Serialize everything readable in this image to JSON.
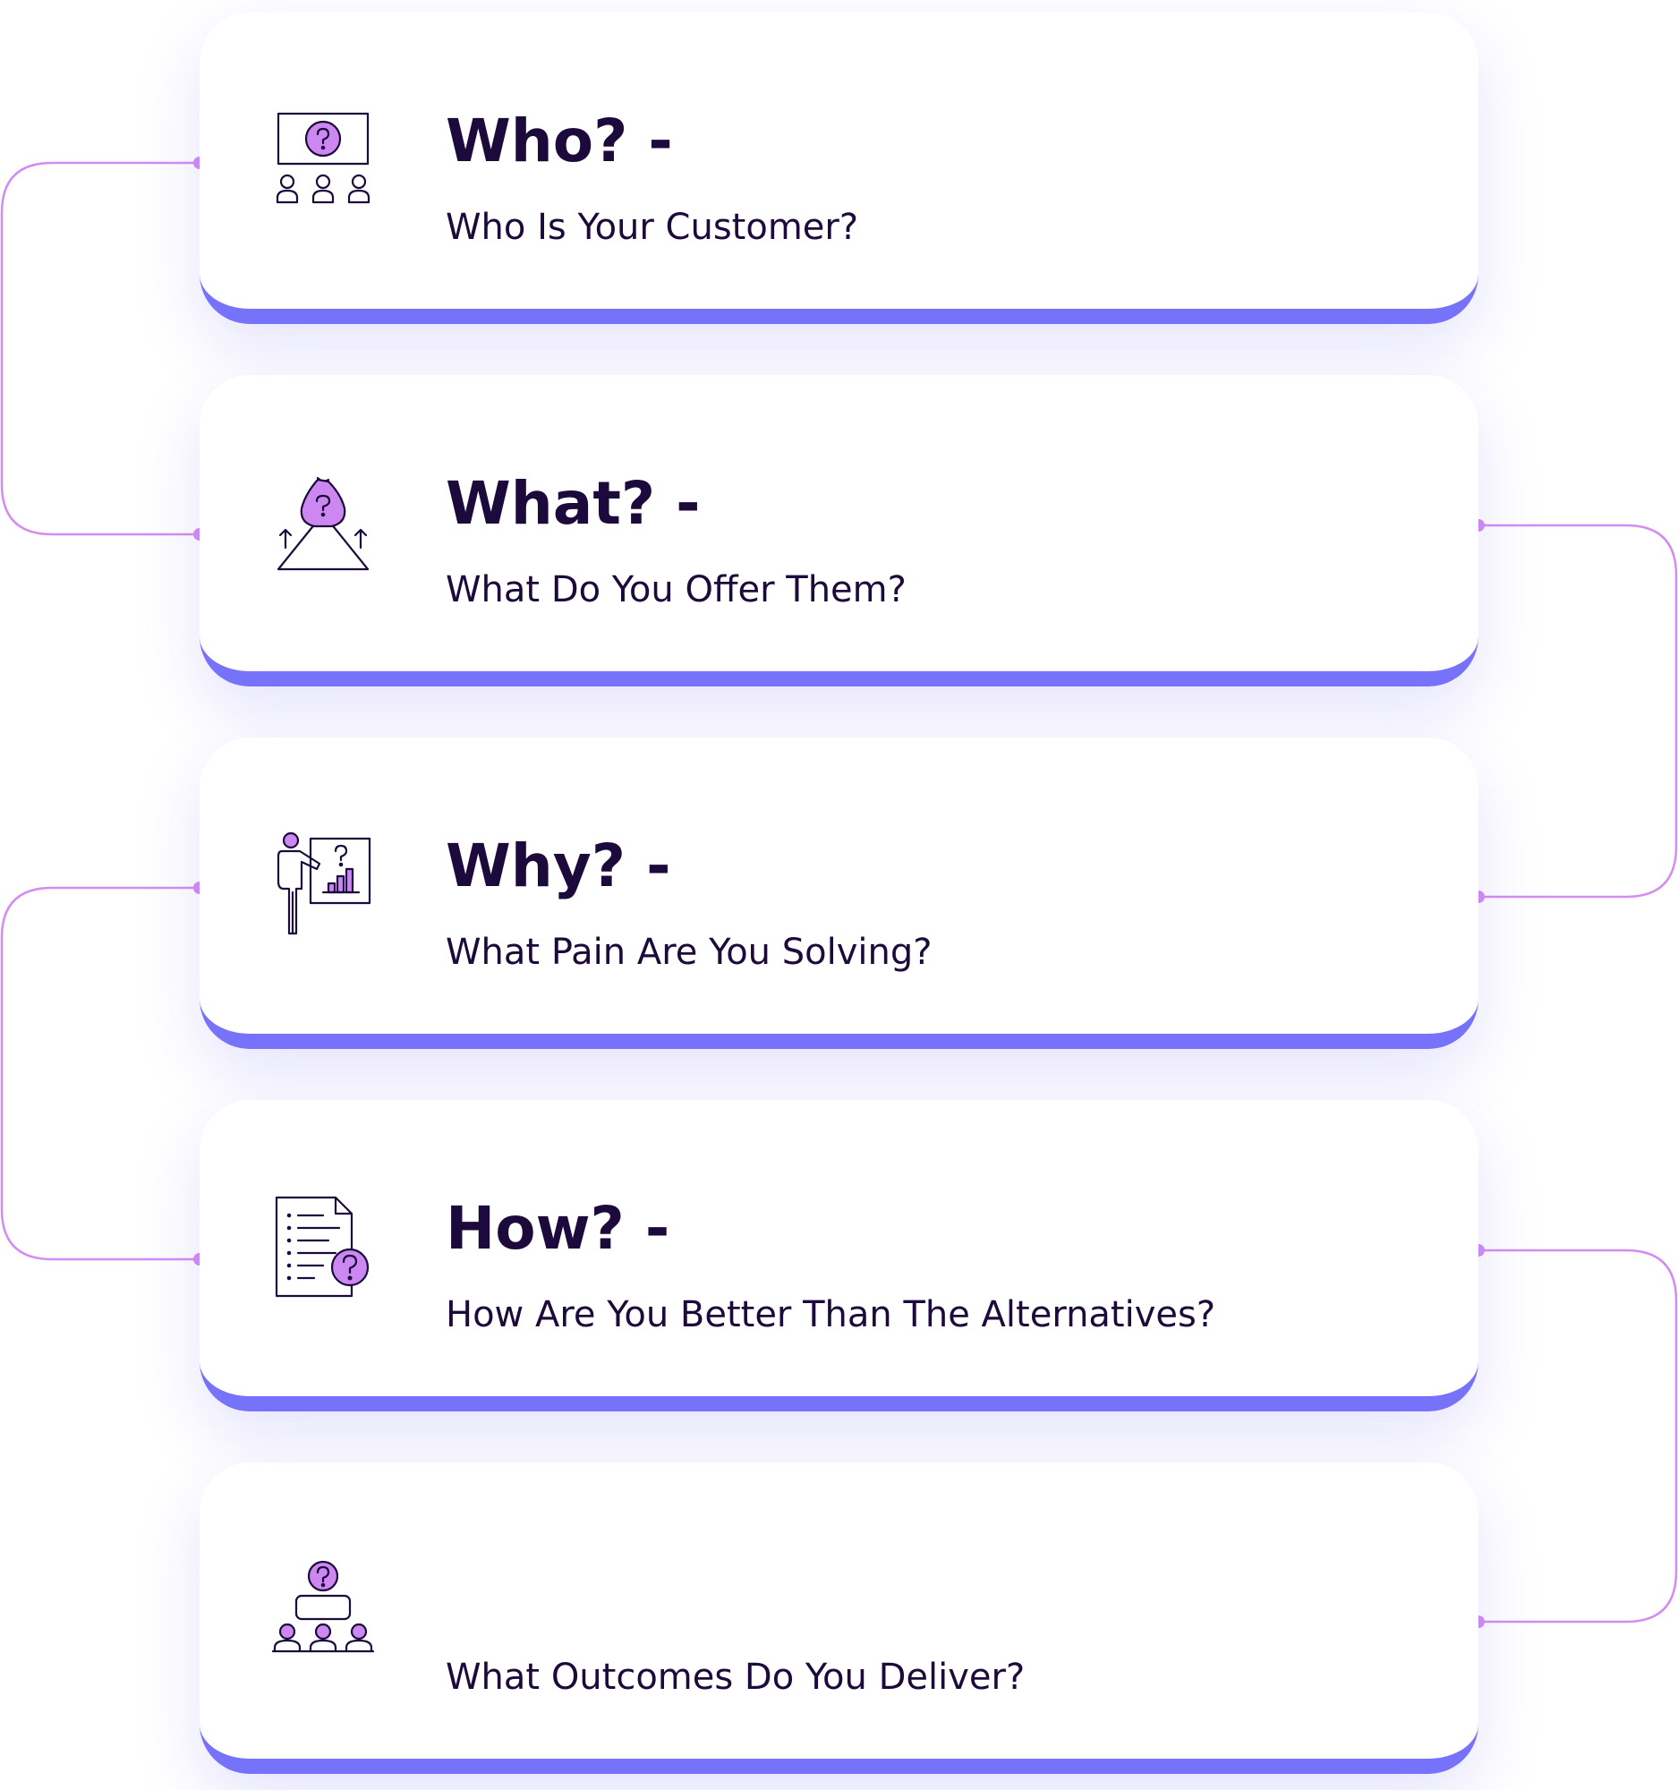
{
  "colors": {
    "card_accent": "#7672f9",
    "connector": "#d48bf2",
    "icon_fill": "#cc88f0",
    "text_dark": "#1b0a3b"
  },
  "steps": [
    {
      "title": "Who? -",
      "subtitle": "Who Is Your Customer?",
      "icon": "presentation-audience-question-icon"
    },
    {
      "title": "What? -",
      "subtitle": "What Do You Offer Them?",
      "icon": "money-bag-pyramid-icon"
    },
    {
      "title": "Why? -",
      "subtitle": "What Pain Are You Solving?",
      "icon": "presenter-chart-icon"
    },
    {
      "title": "How? -",
      "subtitle": "How Are You Better Than The Alternatives?",
      "icon": "document-question-icon"
    },
    {
      "title": "",
      "subtitle": "What Outcomes Do You Deliver?",
      "icon": "speaker-audience-icon"
    }
  ]
}
